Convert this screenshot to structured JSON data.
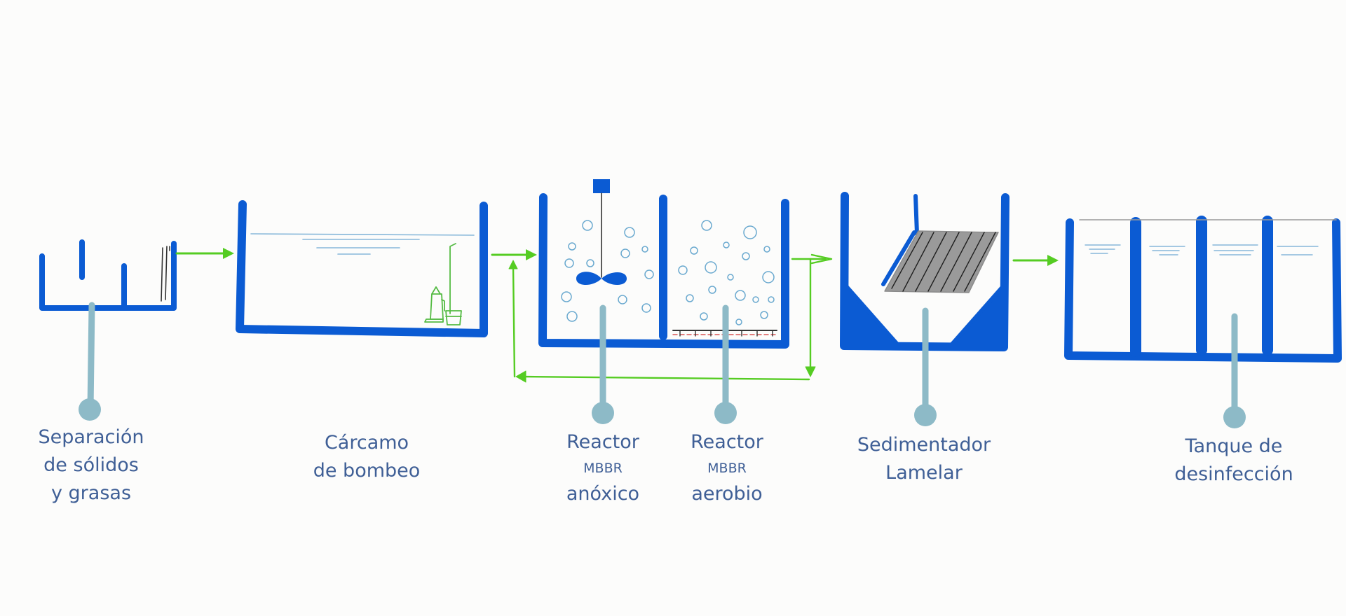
{
  "colors": {
    "tank": "#0b5bd3",
    "flow_arrow": "#55cc22",
    "pointer": "#8dbac7",
    "water_line": "#86b7d9",
    "bubble": "#6aa9cf",
    "lamella": "#9a9a9a",
    "pump_sketch": "#55bb44",
    "label_text": "#3f5f96"
  },
  "stages": [
    {
      "id": "separacion",
      "lines": [
        "Separación",
        "de sólidos",
        "y grasas"
      ]
    },
    {
      "id": "carcamo",
      "lines": [
        "Cárcamo",
        "de bombeo"
      ]
    },
    {
      "id": "reactor-anoxico",
      "lines": [
        "Reactor",
        "MBBR",
        "anóxico"
      ]
    },
    {
      "id": "reactor-aerobio",
      "lines": [
        "Reactor",
        "MBBR",
        "aerobio"
      ]
    },
    {
      "id": "sedimentador",
      "lines": [
        "Sedimentador",
        "Lamelar"
      ]
    },
    {
      "id": "desinfeccion",
      "lines": [
        "Tanque de",
        "desinfección"
      ]
    }
  ]
}
